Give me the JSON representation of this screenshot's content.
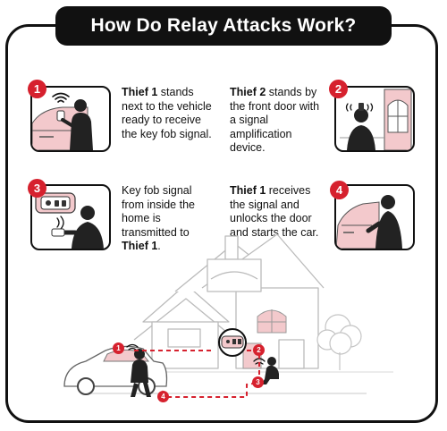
{
  "title": "How Do Relay Attacks Work?",
  "steps": [
    {
      "number": "1",
      "bold": "Thief 1",
      "rest": " stands next to the vehicle ready to receive the key fob signal."
    },
    {
      "number": "2",
      "bold": "Thief 2",
      "rest": " stands by the front door with a signal amplification device."
    },
    {
      "number": "3",
      "pre": "Key fob signal from inside the home is transmitted to ",
      "bold": "Thief 1",
      "post": "."
    },
    {
      "number": "4",
      "bold": "Thief 1",
      "rest": " receives the signal and unlocks the door and starts the car."
    }
  ],
  "scene_markers": [
    "1",
    "2",
    "3",
    "4"
  ],
  "colors": {
    "accent": "#d6212e",
    "ink": "#111111",
    "pink": "#f3c9cc",
    "line": "#c8c8c8"
  },
  "icons": [
    "wifi-signal-icon",
    "key-fob-icon",
    "thief-silhouette-icon",
    "car-icon",
    "house-icon",
    "tree-icon"
  ]
}
